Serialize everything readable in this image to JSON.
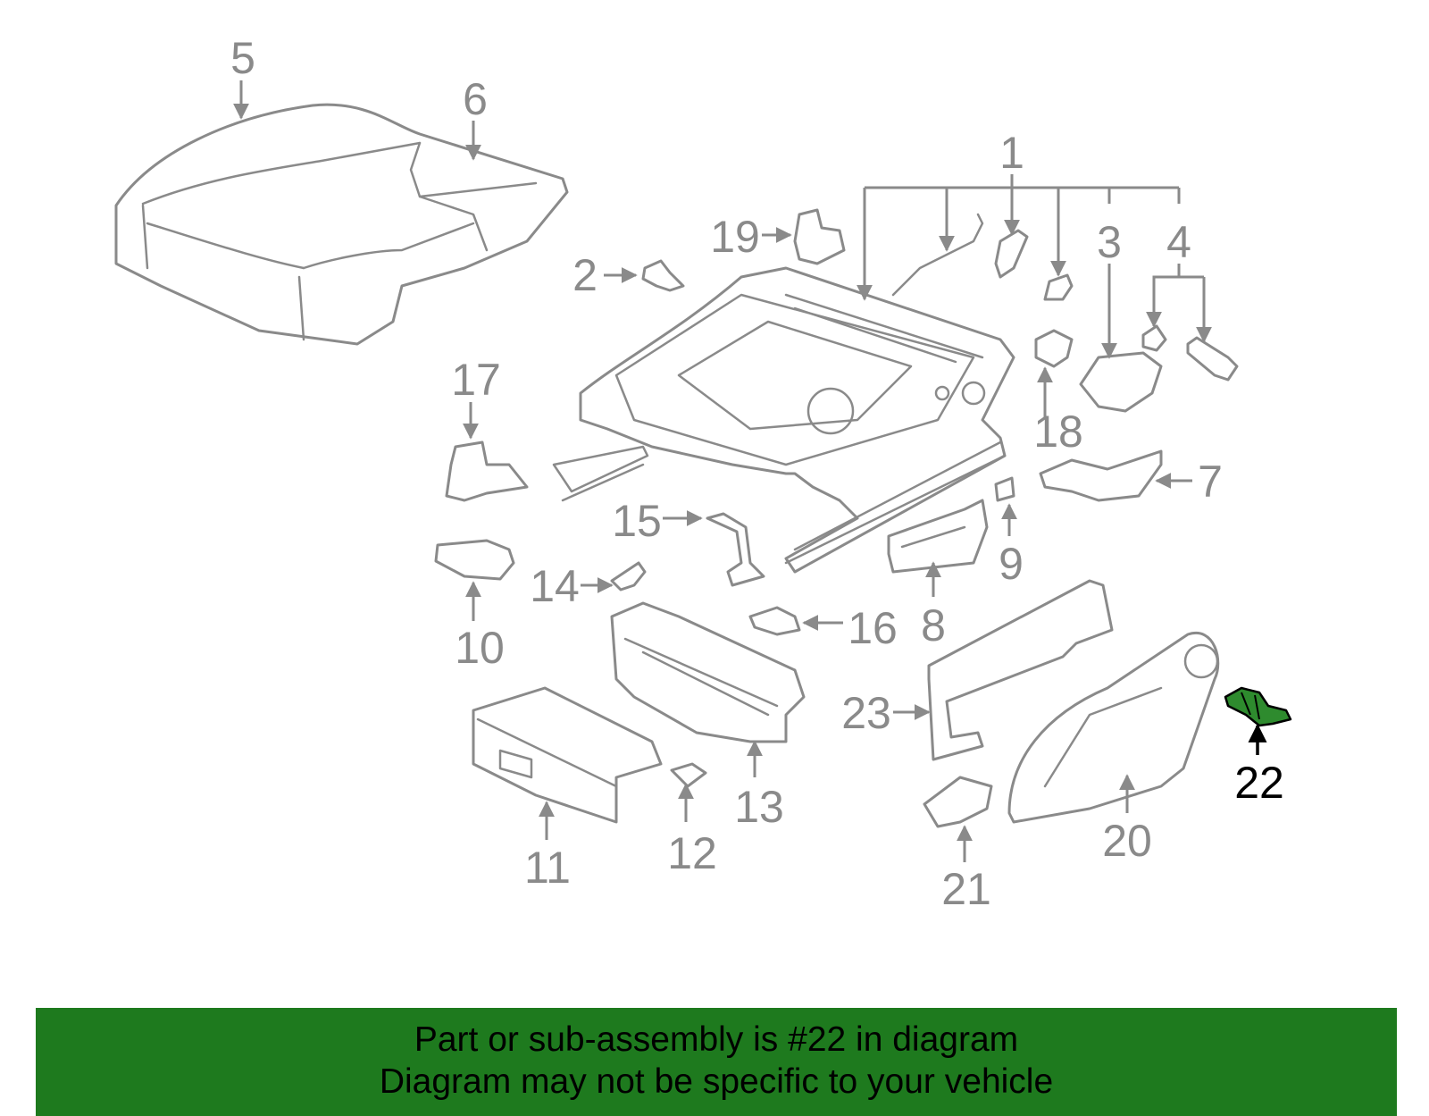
{
  "diagram": {
    "highlight_part": "22",
    "highlight_color": "#2e8b2e",
    "callouts": [
      {
        "id": "c1",
        "label": "1"
      },
      {
        "id": "c2",
        "label": "2"
      },
      {
        "id": "c3",
        "label": "3"
      },
      {
        "id": "c4",
        "label": "4"
      },
      {
        "id": "c5",
        "label": "5"
      },
      {
        "id": "c6",
        "label": "6"
      },
      {
        "id": "c7",
        "label": "7"
      },
      {
        "id": "c8",
        "label": "8"
      },
      {
        "id": "c9",
        "label": "9"
      },
      {
        "id": "c10",
        "label": "10"
      },
      {
        "id": "c11",
        "label": "11"
      },
      {
        "id": "c12",
        "label": "12"
      },
      {
        "id": "c13",
        "label": "13"
      },
      {
        "id": "c14",
        "label": "14"
      },
      {
        "id": "c15",
        "label": "15"
      },
      {
        "id": "c16",
        "label": "16"
      },
      {
        "id": "c17",
        "label": "17"
      },
      {
        "id": "c18",
        "label": "18"
      },
      {
        "id": "c19",
        "label": "19"
      },
      {
        "id": "c20",
        "label": "20"
      },
      {
        "id": "c21",
        "label": "21"
      },
      {
        "id": "c22",
        "label": "22"
      },
      {
        "id": "c23",
        "label": "23"
      }
    ]
  },
  "footer": {
    "line1": "Part or sub-assembly is #22 in diagram",
    "line2": "Diagram may not be specific to your vehicle",
    "background": "#1e7a1e"
  }
}
